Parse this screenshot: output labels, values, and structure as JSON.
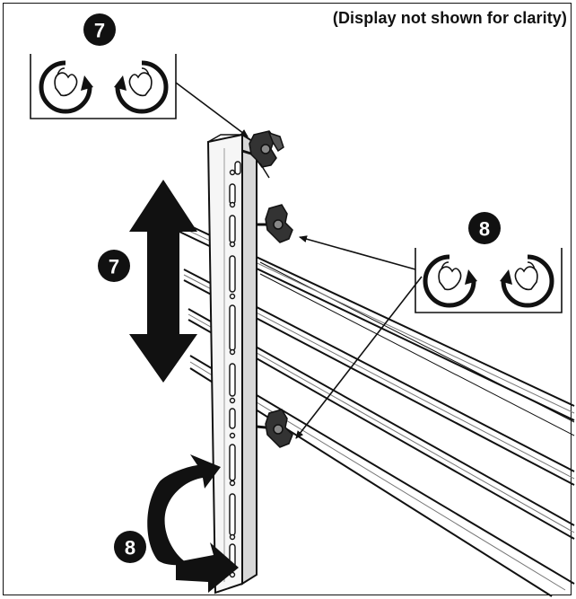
{
  "note": "(Display not shown for clarity)",
  "steps": {
    "step7_top": "7",
    "step8_panel": "8",
    "step7_side": "7",
    "step8_bottom": "8"
  },
  "colors": {
    "ink": "#111111",
    "paper": "#ffffff"
  }
}
